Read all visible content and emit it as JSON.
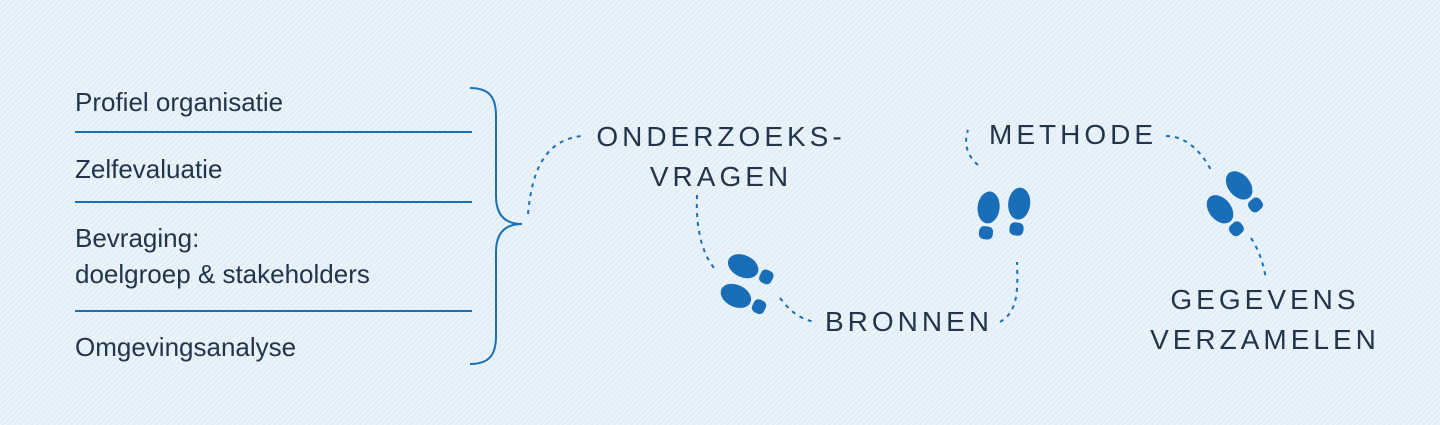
{
  "list": {
    "items": [
      {
        "lines": [
          "Profiel organisatie"
        ]
      },
      {
        "lines": [
          "Zelfevaluatie"
        ]
      },
      {
        "lines": [
          "Bevraging:",
          "doelgroep & stakeholders"
        ]
      },
      {
        "lines": [
          "Omgevingsanalyse"
        ]
      }
    ]
  },
  "steps": [
    {
      "lines": [
        "ONDERZOEKS-",
        "VRAGEN"
      ]
    },
    {
      "lines": [
        "BRONNEN"
      ]
    },
    {
      "lines": [
        "METHODE"
      ]
    },
    {
      "lines": [
        "GEGEVENS",
        "VERZAMELEN"
      ]
    }
  ],
  "colors": {
    "accent": "#1b6fb4",
    "footprint": "#1a6eb8",
    "text": "#23354a",
    "background": "#e2eef8"
  },
  "icons": [
    "curly-brace-icon",
    "footprints-icon"
  ]
}
